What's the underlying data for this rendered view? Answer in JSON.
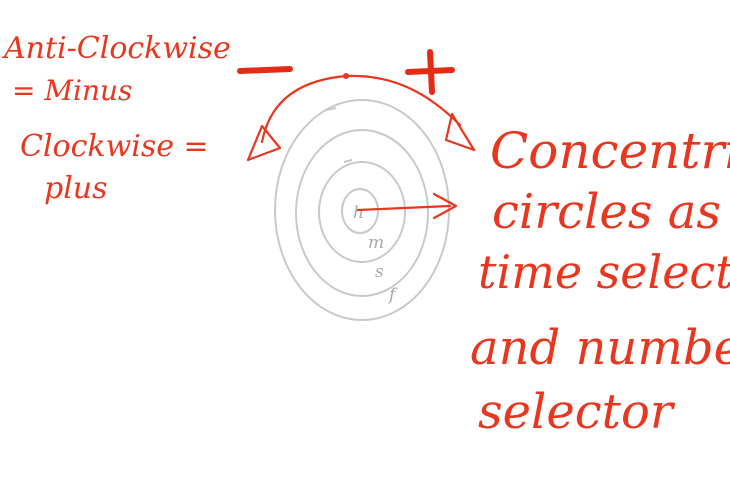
{
  "notes": {
    "anticlockwise_line1": "Anti-Clockwise",
    "anticlockwise_line2": "= Minus",
    "clockwise_line1": "Clockwise =",
    "clockwise_line2": "plus"
  },
  "dial": {
    "minus_symbol": "−",
    "plus_symbol": "+",
    "labels": {
      "hours": "h",
      "minutes": "m",
      "seconds": "s",
      "frames": "f"
    }
  },
  "caption": {
    "line1": "Concentric",
    "line2": "circles as",
    "line3": "time selector",
    "line4": "and number",
    "line5": "selector"
  },
  "colors": {
    "ink": "#e8361f",
    "ring": "#c9c9c9",
    "ring_label": "#a9a9a9"
  }
}
